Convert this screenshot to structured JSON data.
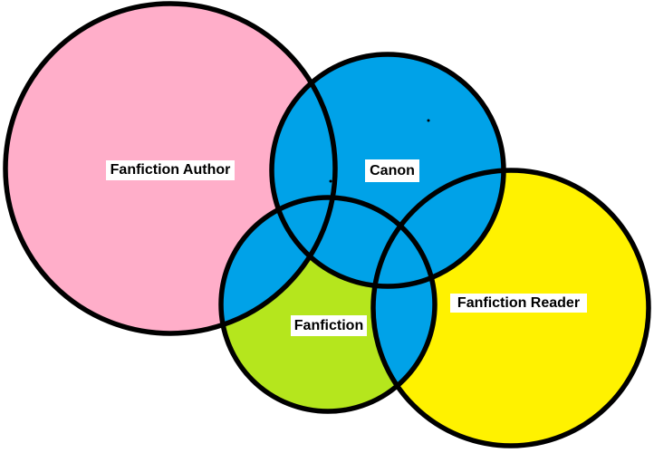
{
  "diagram": {
    "type": "venn-diagram",
    "background_color": "#ffffff",
    "outline_color": "#000000",
    "outline_width": "5.5",
    "overlap_fill_color": "#00a2e8",
    "label_background": "#ffffff",
    "label_text_color": "#000000",
    "sets": [
      {
        "label": "Fanfiction Author",
        "color": "#ffaec9"
      },
      {
        "label": "Canon",
        "color": "#00a2e8"
      },
      {
        "label": "Fanfiction",
        "color": "#b5e61d"
      },
      {
        "label": "Fanfiction Reader",
        "color": "#fff200"
      }
    ]
  }
}
